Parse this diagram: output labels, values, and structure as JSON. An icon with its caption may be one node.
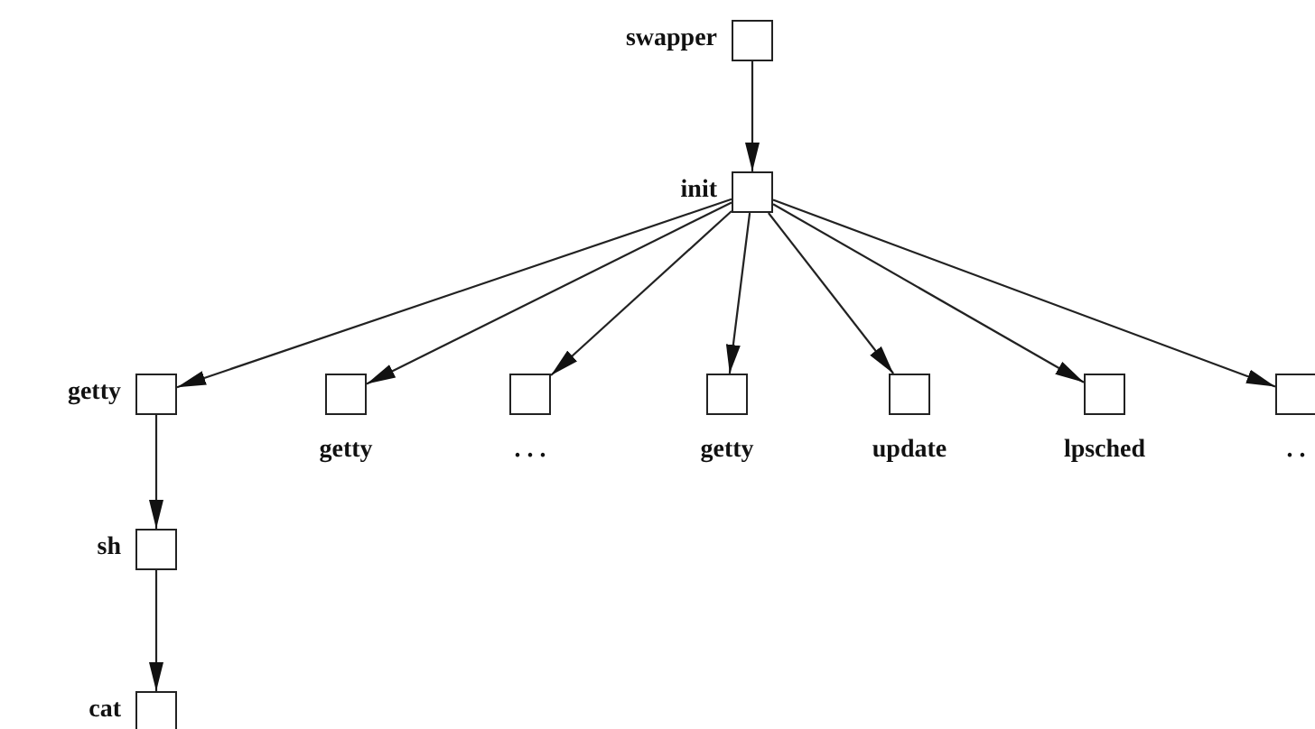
{
  "diagram": {
    "nodes": [
      {
        "text": [
          "swapper"
        ]
      },
      {
        "text": [
          "init"
        ]
      },
      {
        "text": [
          "getty"
        ]
      },
      {
        "text": [
          "getty"
        ]
      },
      {
        "text": [
          ". . ."
        ]
      },
      {
        "text": [
          "getty"
        ]
      },
      {
        "text": [
          "update"
        ]
      },
      {
        "text": [
          "lpsched"
        ]
      },
      {
        "text": [
          ". ."
        ]
      },
      {
        "text": [
          "sh"
        ]
      },
      {
        "text": [
          "cat"
        ]
      }
    ],
    "edges": [
      {
        "from": 0,
        "to": 1,
        "arrow": "to"
      },
      {
        "from": 1,
        "to": 2,
        "arrow": "to"
      },
      {
        "from": 1,
        "to": 3,
        "arrow": "to"
      },
      {
        "from": 1,
        "to": 4,
        "arrow": "to"
      },
      {
        "from": 1,
        "to": 5,
        "arrow": "to"
      },
      {
        "from": 1,
        "to": 6,
        "arrow": "to"
      },
      {
        "from": 1,
        "to": 7,
        "arrow": "to"
      },
      {
        "from": 1,
        "to": 8,
        "arrow": "to"
      },
      {
        "from": 2,
        "to": 9,
        "arrow": "to"
      },
      {
        "from": 9,
        "to": 10,
        "arrow": "to"
      }
    ]
  }
}
